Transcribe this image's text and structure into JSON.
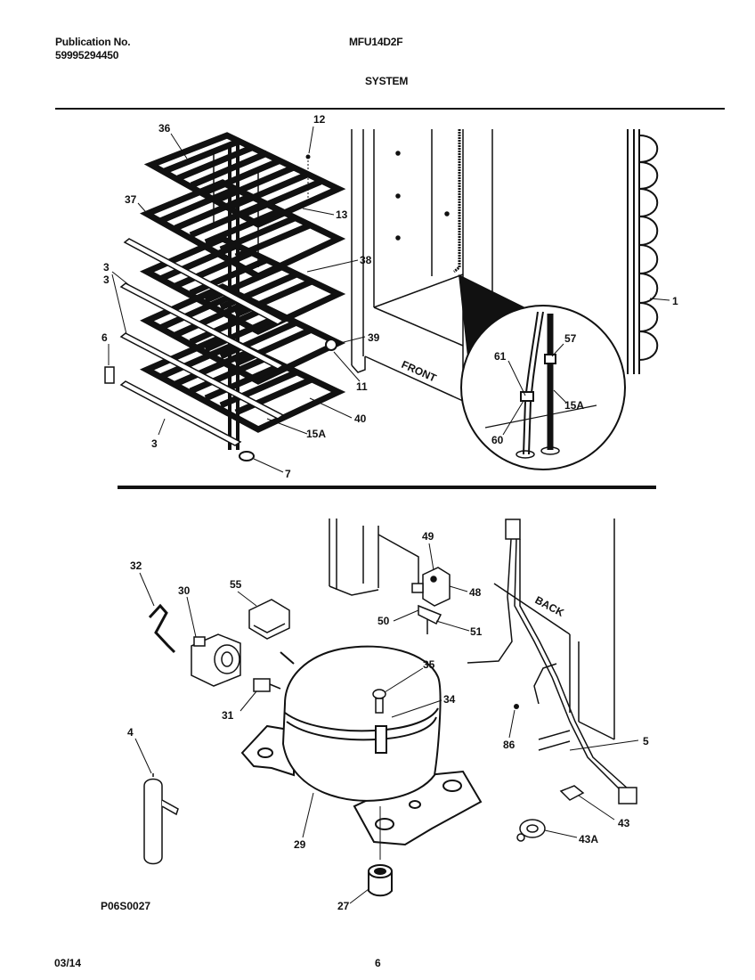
{
  "header": {
    "publication_label": "Publication No.",
    "publication_number": "59995294450",
    "model": "MFU14D2F",
    "section_title": "SYSTEM"
  },
  "footer": {
    "date": "03/14",
    "page_number": "6",
    "figure_code": "P06S0027"
  },
  "upper_diagram": {
    "front_label": "FRONT",
    "callouts": [
      "36",
      "12",
      "37",
      "13",
      "3",
      "38",
      "3",
      "39",
      "6",
      "11",
      "40",
      "15A",
      "3",
      "7",
      "1",
      "61",
      "57",
      "15A",
      "60"
    ]
  },
  "lower_diagram": {
    "back_label": "BACK",
    "callouts": [
      "32",
      "30",
      "55",
      "49",
      "48",
      "50",
      "51",
      "35",
      "34",
      "31",
      "4",
      "86",
      "5",
      "29",
      "43",
      "43A",
      "27"
    ]
  }
}
